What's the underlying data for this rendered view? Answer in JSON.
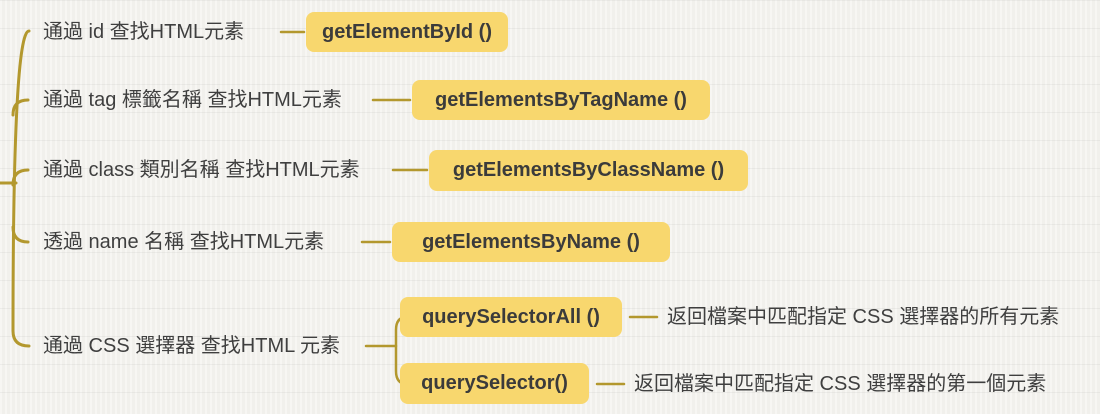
{
  "title": "DOM element lookup mind map",
  "colors": {
    "background": "#f4f3ef",
    "line": "#b3982e",
    "node_bg": "#f8d76e",
    "node_text": "#3b3b3b",
    "label_text": "#3f3f3f"
  },
  "branches": [
    {
      "label": "通過 id 查找HTML元素",
      "node": "getElementById ()"
    },
    {
      "label": "通過 tag 標籤名稱 查找HTML元素",
      "node": "getElementsByTagName ()"
    },
    {
      "label": "通過 class 類別名稱 查找HTML元素",
      "node": "getElementsByClassName ()"
    },
    {
      "label": "透過 name 名稱 查找HTML元素",
      "node": "getElementsByName ()"
    },
    {
      "label": "通過 CSS 選擇器 查找HTML 元素",
      "children": [
        {
          "node": "querySelectorAll ()",
          "description": "返回檔案中匹配指定 CSS 選擇器的所有元素"
        },
        {
          "node": "querySelector()",
          "description": "返回檔案中匹配指定 CSS 選擇器的第一個元素"
        }
      ]
    }
  ]
}
